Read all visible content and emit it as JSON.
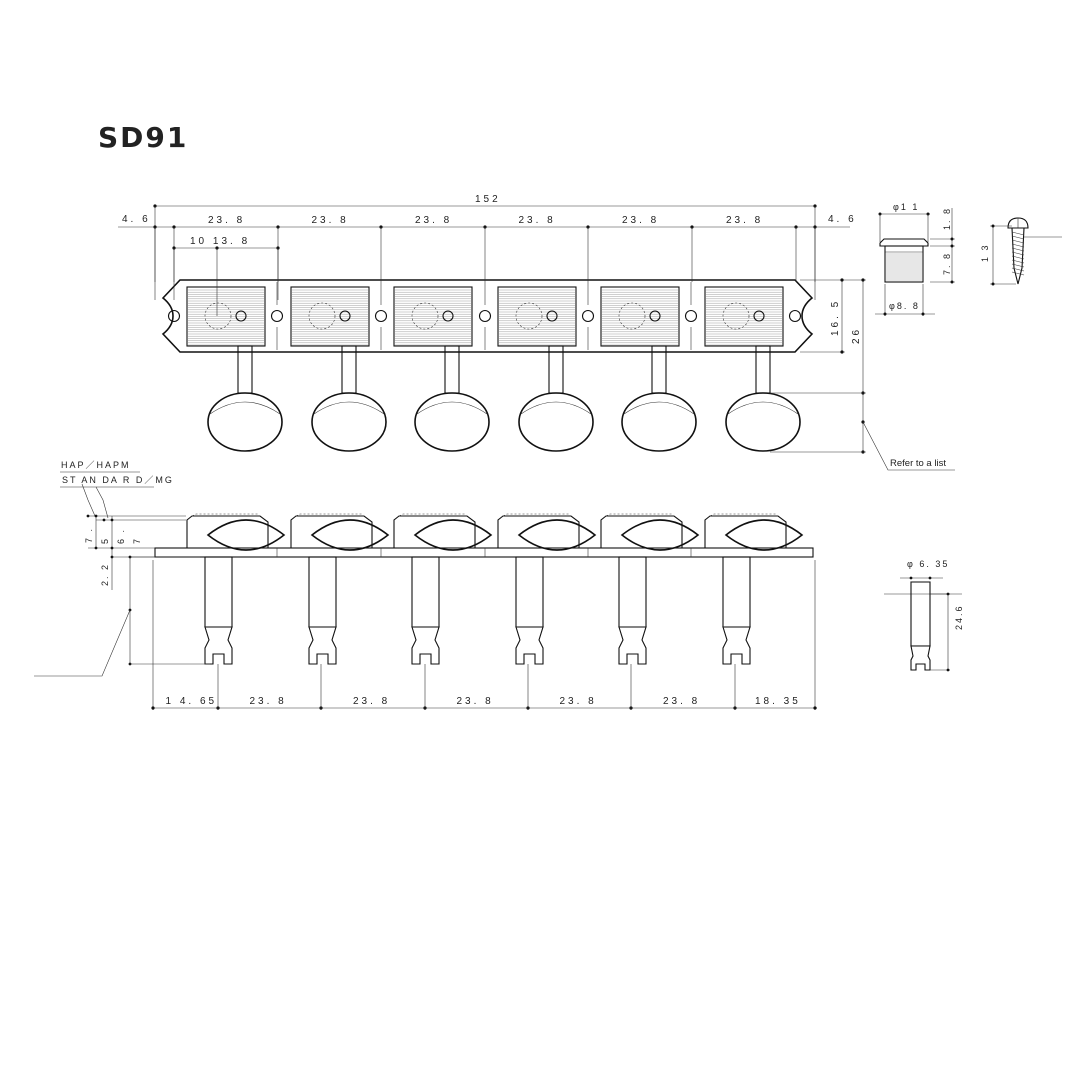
{
  "title": "SD91",
  "top_view": {
    "overall_length": "152",
    "end_margin_left": "4. 6",
    "end_margin_right": "4. 6",
    "pitch_labels": [
      "23. 8",
      "23. 8",
      "23. 8",
      "23. 8",
      "23. 8",
      "23. 8"
    ],
    "hole_offsets": "10 13. 8",
    "plate_height": "16. 5",
    "total_height": "26",
    "refer_note": "Refer to a list"
  },
  "bushing": {
    "outer_diameter": "φ1 1",
    "flange_thickness": "1. 8",
    "body_height": "7. 8",
    "inner_diameter": "φ8. 8"
  },
  "screw": {
    "length": "1 3"
  },
  "side_view": {
    "variant_labels": [
      "HAP／HAPM",
      "ST AN DA R D／MG"
    ],
    "height_labels": [
      "7 .",
      "5",
      "6 .",
      "7",
      "2. 2"
    ],
    "bottom_dims": [
      "1 4. 65",
      "23. 8",
      "23. 8",
      "23. 8",
      "23. 8",
      "23. 8",
      "18. 35"
    ]
  },
  "post": {
    "diameter": "φ 6. 35",
    "length": "24.6"
  }
}
